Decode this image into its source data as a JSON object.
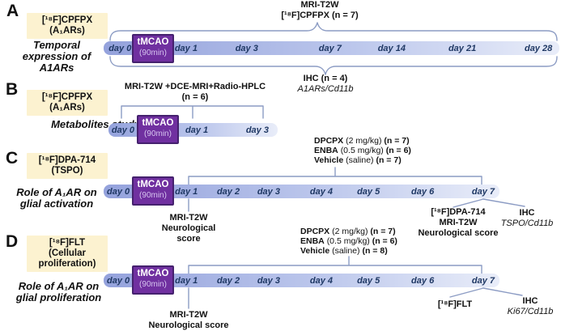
{
  "figure": {
    "colors": {
      "bar_start": "#94A2DC",
      "bar_mid": "#BCC7EC",
      "bar_end": "#E9EDF9",
      "tmcao_fill": "#7030A0",
      "tmcao_border": "#45216E",
      "tmcao_subtext": "#D7C5F0",
      "day_text": "#1F3864",
      "tracer_box_bg": "#FCF2D0",
      "connector": "#8C9CC4",
      "text": "#111111"
    },
    "panel_a": {
      "letter": "A",
      "tracer_lines": [
        "[¹⁸F]CPFPX",
        "(A₁ARs)"
      ],
      "study_lines": [
        "Temporal",
        "expression of",
        "A1ARs"
      ],
      "top_annotation": {
        "line1": "MRI-T2W",
        "line2": "[¹⁸F]CPFPX  (n = 7)"
      },
      "bottom_annotation": {
        "line1": "IHC (n = 4)",
        "line2": "A1ARs/Cd11b"
      },
      "tmcao": {
        "line1": "tMCAO",
        "line2": "(90min)"
      },
      "days": [
        "day 0",
        "day 1",
        "day 3",
        "day 7",
        "day 14",
        "day 21",
        "day 28"
      ]
    },
    "panel_b": {
      "letter": "B",
      "tracer_lines": [
        "[¹⁸F]CPFPX",
        "(A₁ARs)"
      ],
      "study_lines": [
        "Metabolites study"
      ],
      "top_annotation": {
        "line1": "MRI-T2W +DCE-MRI+Radio-HPLC",
        "line2": "(n = 6)"
      },
      "tmcao": {
        "line1": "tMCAO",
        "line2": "(90min)"
      },
      "days": [
        "day 0",
        "day 1",
        "day 3"
      ]
    },
    "panel_c": {
      "letter": "C",
      "tracer_lines": [
        "[¹⁸F]DPA-714",
        "(TSPO)"
      ],
      "study_lines": [
        "Role of A₁AR on",
        "glial activation"
      ],
      "treatments": [
        {
          "name": "DPCPX",
          "dose": "(2 mg/kg)",
          "n": "(n = 7)"
        },
        {
          "name": "ENBA",
          "dose": "(0.5 mg/kg)",
          "n": "(n = 6)"
        },
        {
          "name": "Vehicle",
          "dose": "(saline)",
          "n": "(n = 7)"
        }
      ],
      "day1_annotation": [
        "MRI-T2W",
        "Neurological",
        "score"
      ],
      "day7_pet": [
        "[¹⁸F]DPA-714",
        "MRI-T2W",
        "Neurological score"
      ],
      "day7_ihc": {
        "line1": "IHC",
        "line2": "TSPO/Cd11b"
      },
      "tmcao": {
        "line1": "tMCAO",
        "line2": "(90min)"
      },
      "days": [
        "day 0",
        "day 1",
        "day 2",
        "day 3",
        "day 4",
        "day 5",
        "day 6",
        "day 7"
      ]
    },
    "panel_d": {
      "letter": "D",
      "tracer_lines": [
        "[¹⁸F]FLT",
        "(Cellular",
        "proliferation)"
      ],
      "study_lines": [
        "Role of A₁AR on",
        "glial proliferation"
      ],
      "treatments": [
        {
          "name": "DPCPX",
          "dose": "(2 mg/kg)",
          "n": "(n = 7)"
        },
        {
          "name": "ENBA",
          "dose": "(0.5 mg/kg)",
          "n": "(n = 6)"
        },
        {
          "name": "Vehicle",
          "dose": "(saline)",
          "n": "(n = 8)"
        }
      ],
      "day1_annotation": [
        "MRI-T2W",
        "Neurological score"
      ],
      "day7_pet": [
        "[¹⁸F]FLT"
      ],
      "day7_ihc": {
        "line1": "IHC",
        "line2": "Ki67/Cd11b"
      },
      "tmcao": {
        "line1": "tMCAO",
        "line2": "(90min)"
      },
      "days": [
        "day 0",
        "day 1",
        "day 2",
        "day 3",
        "day 4",
        "day 5",
        "day 6",
        "day 7"
      ]
    }
  }
}
